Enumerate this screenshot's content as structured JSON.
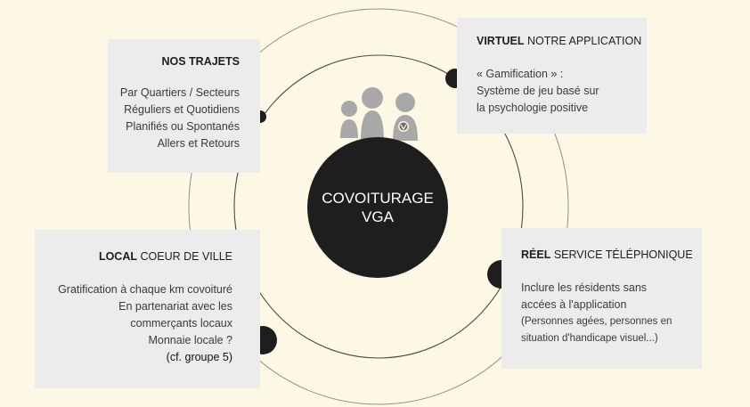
{
  "center": {
    "line1": "COVOITURAGE",
    "line2": "VGA"
  },
  "cards": {
    "trajets": {
      "title_bold": "NOS TRAJETS",
      "title_rest": "",
      "lines": [
        "Par Quartiers / Secteurs",
        "Réguliers et Quotidiens",
        "Planifiés ou Spontanés",
        "Allers et Retours"
      ]
    },
    "virtuel": {
      "title_bold": "VIRTUEL",
      "title_rest": " NOTRE APPLICATION",
      "lines": [
        "« Gamification »  :",
        "Système de jeu basé sur",
        "la psychologie positive"
      ]
    },
    "local": {
      "title_bold": "LOCAL",
      "title_rest": " COEUR DE VILLE",
      "lines": [
        "Gratification à chaque km covoituré",
        "En partenariat avec les",
        "commerçants locaux",
        "Monnaie locale ?",
        "(cf. groupe 5)"
      ]
    },
    "reel": {
      "title_bold": "RÉEL",
      "title_rest": " SERVICE TÉLÉPHONIQUE",
      "lines": [
        "Inclure les résidents sans",
        "accées à l'application",
        "(Personnes agées, personnes en",
        "situation d'handicape visuel...)"
      ]
    }
  },
  "colors": {
    "background": "#fdf8e6",
    "card": "#ececec",
    "dark": "#1f1e1e",
    "people_icon": "#a8a8a8",
    "ring": "#8a8a8a"
  },
  "icons": {
    "group": "people-group-icon"
  }
}
